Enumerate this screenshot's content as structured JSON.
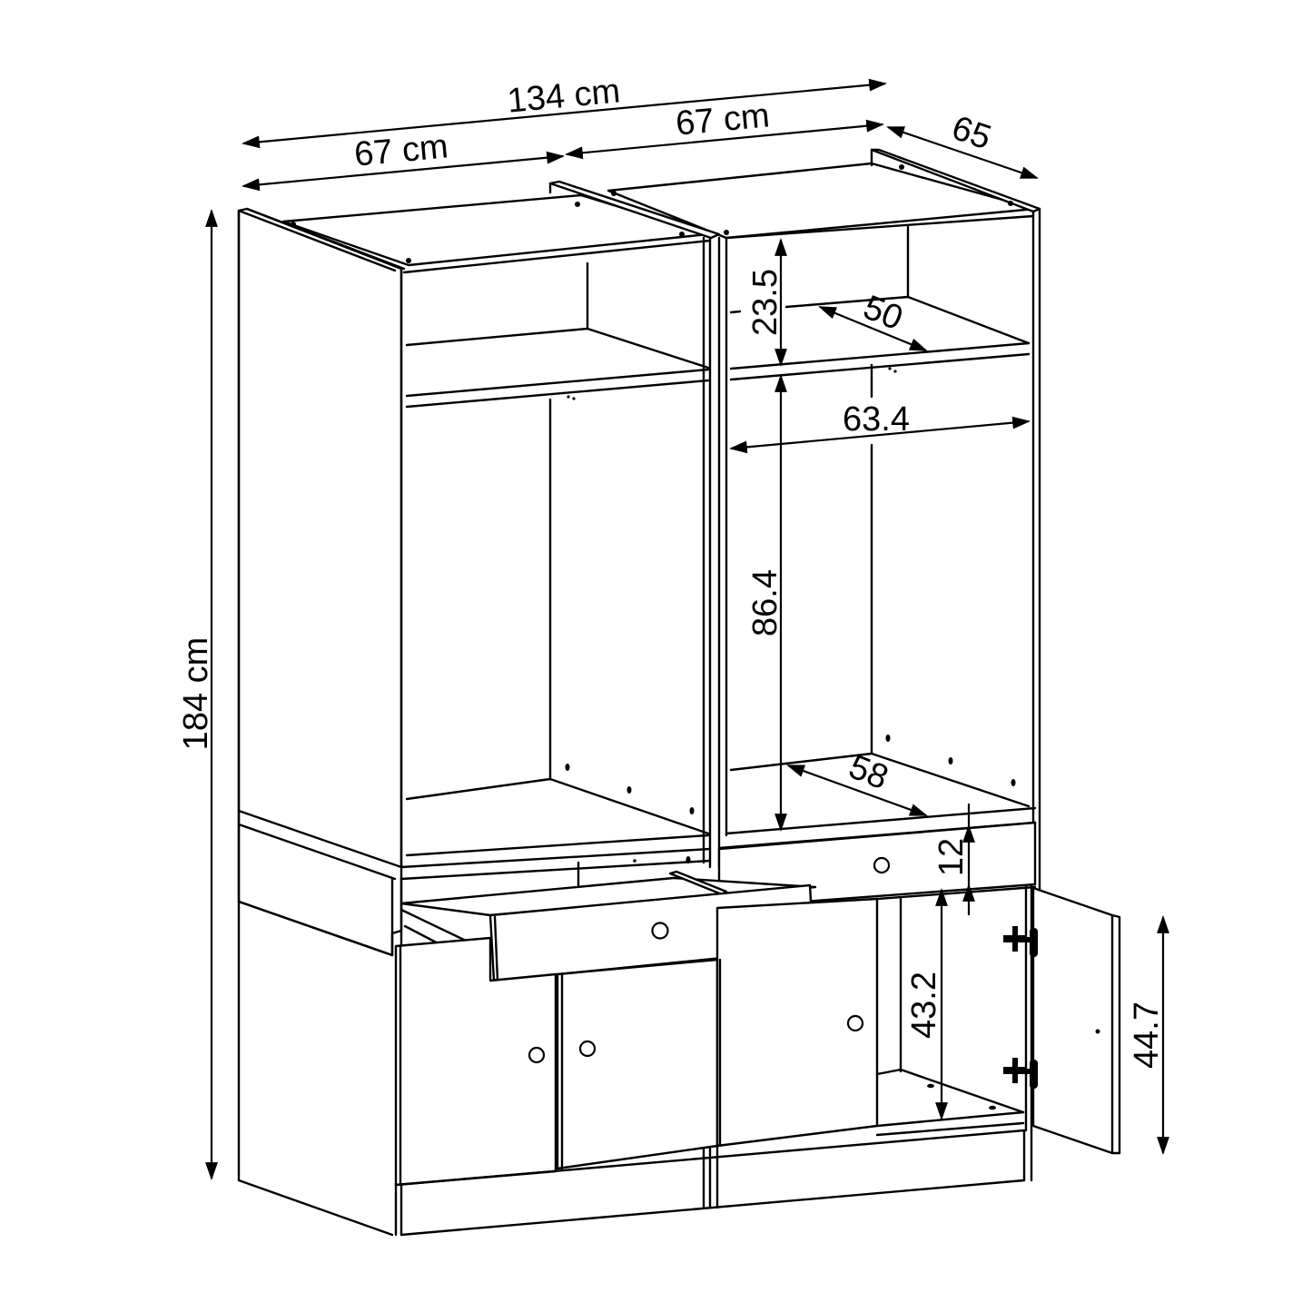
{
  "diagram": {
    "subject": "Two-module wardrobe with drawers and hinged doors — dimension drawing",
    "stroke_color": "#000000",
    "background_color": "#ffffff",
    "dimensions": {
      "total_width": "134 cm",
      "left_module_width": "67 cm",
      "right_module_width": "67 cm",
      "depth": "65",
      "total_height": "184 cm",
      "top_compartment_height": "23.5",
      "top_shelf_depth": "50",
      "hanging_width": "63.4",
      "hanging_height": "86.4",
      "bottom_shelf_depth": "58",
      "drawer_height": "12",
      "lower_cabinet_inner_height": "43.2",
      "lower_door_height": "44.7"
    },
    "icons": {
      "arrowhead": "filled-triangle",
      "hinge": "cabinet-hinge",
      "knob": "round-knob"
    }
  }
}
